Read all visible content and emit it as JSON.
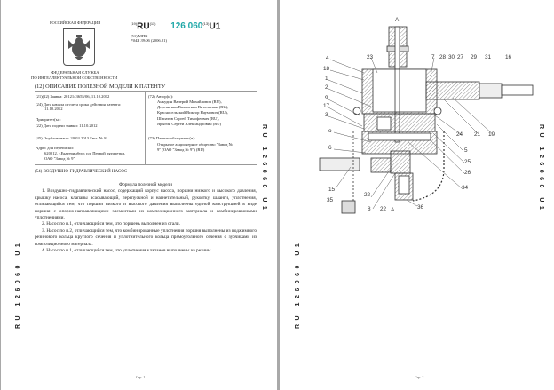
{
  "page1": {
    "country": "РОССИЙСКАЯ ФЕДЕРАЦИЯ",
    "agency_line1": "ФЕДЕРАЛЬНАЯ СЛУЖБА",
    "agency_line2": "ПО ИНТЕЛЛЕКТУАЛЬНОЙ СОБСТВЕННОСТИ",
    "code19": "(19)",
    "ru": "RU",
    "code11": "(11)",
    "number": "126 060",
    "code13": "(13)",
    "kind": "U1",
    "mpk_label": "(51) МПК",
    "mpk_class": "F04B  39/06",
    "mpk_year": "(2006.01)",
    "doc_title": "(12) ОПИСАНИЕ ПОЛЕЗНОЙ МОДЕЛИ К ПАТЕНТУ",
    "left_col": [
      "(21)(22) Заявка:   2012143655/06,  11.10.2012",
      "(24) Дата начала отсчета срока действия патента:",
      "11.10.2012",
      "Приоритет(ы):",
      "(22) Дата подачи заявки:  11.10.2012",
      "(45) Опубликовано:  20.03.2013  Бюл. № 8",
      "Адрес для переписки:",
      "620012, г.Екатеринбург, пл. Первой пятилетки,",
      "ОАО \"Завод № 9\""
    ],
    "authors_label": "(72) Автор(ы):",
    "authors": [
      "Анкудин Валерий Михайлович (RU),",
      "Деревягина Валентина Витальевна (RU),",
      "Красносельский Виктор Наумович (RU),",
      "Шипатов Сергей Тимофеевич (RU),",
      "Ярыгин Сергей Александрович (RU)"
    ],
    "owner_label": "(73) Патентообладатель(и):",
    "owner": [
      "Открытое акционерное общество \"Завод №",
      "9\" (ОАО \"Завод № 9\") (RU)"
    ],
    "invention_title": "(54) ВОЗДУШНО-ГИДРАВЛИЧЕСКИЙ НАСОС",
    "formula_title": "Формула полезной модели",
    "claims": [
      "1. Воздушно-гидравлический насос, содержащий корпус насоса, поршни низкого и высокого давления, крышку насоса, клапаны всасывающий, перепускной и нагнетательный, рукоятку, шланги, уплотнения, отличающийся тем, что поршни низкого и высокого давления выполнены единой конструкцией в виде поршня с опорно-направляющими элементами из композиционного материала и комбинированными уплотнениями.",
      "2. Насос по п.1, отличающийся тем, что поршень выполнен из стали.",
      "3. Насос по п.2, отличающийся тем, что комбинированные уплотнения поршня выполнены из поджимного резинового кольца круглого сечения и уплотнительного кольца прямоугольного сечения с зубчиками из композиционного материала.",
      "4. Насос по п.1, отличающийся тем, что уплотнения клапанов выполнены из резины."
    ],
    "side_code": "RU 126060 U1",
    "footer": "Стр. 1"
  },
  "page2": {
    "side_code": "RU 126060 U1",
    "footer": "Стр. 2",
    "labels": [
      "A",
      "23",
      "7",
      "28",
      "30",
      "27",
      "29",
      "31",
      "16",
      "4",
      "18",
      "1",
      "2",
      "9",
      "17",
      "3",
      "о",
      "6",
      "24",
      "21",
      "10",
      "5",
      "25",
      "26",
      "34",
      "15",
      "35",
      "22",
      "8",
      "22",
      "A",
      "36"
    ]
  },
  "colors": {
    "number": "#20a8a8",
    "gutter": "#a9a9a9"
  }
}
